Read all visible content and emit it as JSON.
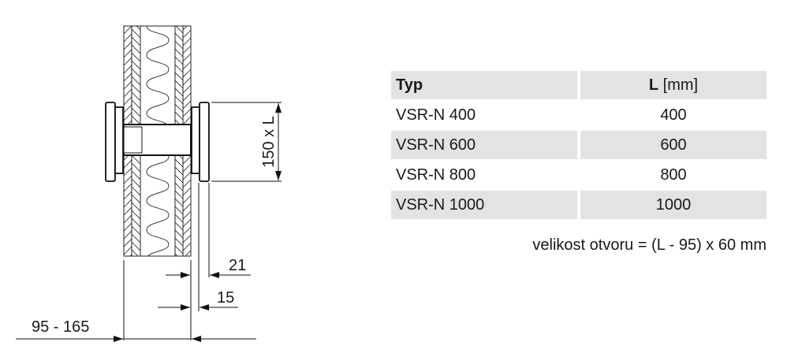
{
  "diagram": {
    "dim_height": "150 x L",
    "dim_21": "21",
    "dim_15": "15",
    "dim_wall": "95 - 165"
  },
  "table": {
    "header": {
      "type": "Typ",
      "l_bold": "L",
      "l_unit": " [mm]"
    },
    "rows": [
      {
        "type": "VSR-N 400",
        "l": "400"
      },
      {
        "type": "VSR-N 600",
        "l": "600"
      },
      {
        "type": "VSR-N 800",
        "l": "800"
      },
      {
        "type": "VSR-N 1000",
        "l": "1000"
      }
    ]
  },
  "note": "velikost otvoru = (L - 95) x 60 mm"
}
